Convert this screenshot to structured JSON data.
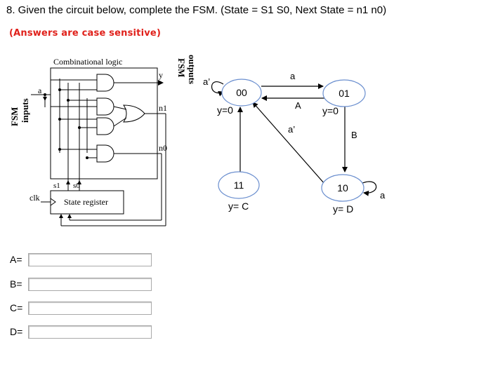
{
  "question": "8. Given the circuit below, complete the FSM. (State = S1 S0, Next State = n1 n0)",
  "note": "(Answers are case sensitive)",
  "circuit": {
    "comb_logic_label": "Combinational logic",
    "fsm_inputs_label_1": "FSM",
    "fsm_inputs_label_2": "inputs",
    "fsm_outputs_label_1": "FSM",
    "fsm_outputs_label_2": "outputs",
    "input_a": "a",
    "output_y": "y",
    "n1": "n1",
    "n0": "n0",
    "s1": "s1",
    "s0": "s0",
    "clk": "clk",
    "state_register": "State register"
  },
  "fsm": {
    "states": [
      {
        "name": "00",
        "output": "y=0"
      },
      {
        "name": "01",
        "output": "y=0"
      },
      {
        "name": "11",
        "output": "y= C"
      },
      {
        "name": "10",
        "output": "y= D"
      }
    ],
    "labels": {
      "self_00": "a’",
      "t_00_01": "a",
      "t_01_00": "A",
      "t_01_10": "B",
      "t_10_00": "a’",
      "self_10": "a"
    }
  },
  "answers": [
    {
      "label": "A=",
      "value": ""
    },
    {
      "label": "B=",
      "value": ""
    },
    {
      "label": "C=",
      "value": ""
    },
    {
      "label": "D=",
      "value": ""
    }
  ]
}
